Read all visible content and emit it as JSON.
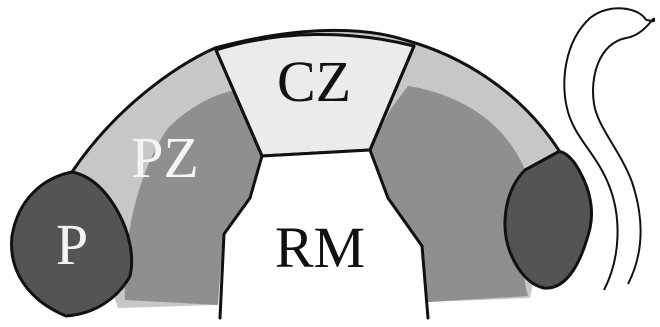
{
  "diagram": {
    "labels": {
      "central_zone": "CZ",
      "peripheral_zone": "PZ",
      "primordium": "P",
      "rib_meristem": "RM"
    },
    "colors": {
      "outline": "#111111",
      "central_zone_fill": "#ebebeb",
      "peripheral_zone_light_fill": "#c7c7c7",
      "peripheral_zone_dark_fill": "#8f8f8f",
      "primordium_fill": "#545454",
      "rib_meristem_fill": "#ffffff",
      "label_dark": "#111111",
      "label_light": "#f4f4f4"
    }
  }
}
